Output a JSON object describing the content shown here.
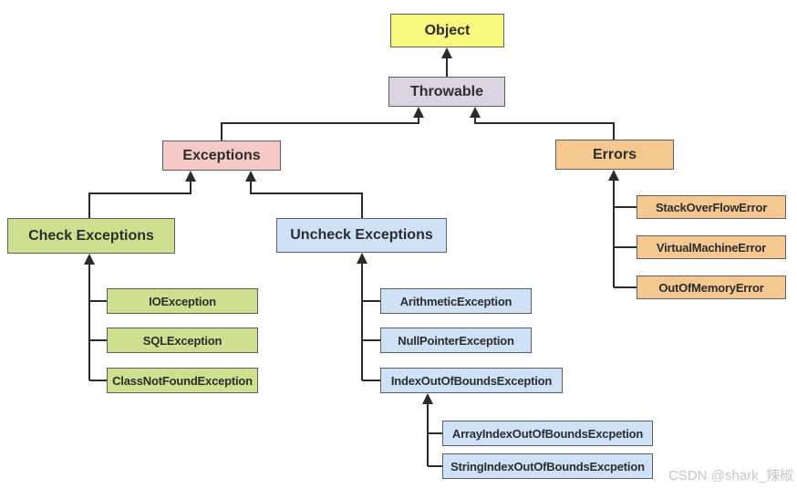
{
  "diagram": {
    "nodes": {
      "object": "Object",
      "throwable": "Throwable",
      "exceptions": "Exceptions",
      "errors": "Errors",
      "check_exceptions": "Check Exceptions",
      "uncheck_exceptions": "Uncheck Exceptions",
      "io_exception": "IOException",
      "sql_exception": "SQLException",
      "class_not_found_exception": "ClassNotFoundException",
      "arithmetic_exception": "ArithmeticException",
      "null_pointer_exception": "NullPointerException",
      "index_out_of_bounds_exception": "IndexOutOfBoundsException",
      "array_index_out_of_bounds_excpetion": "ArrayIndexOutOfBoundsExcpetion",
      "string_index_out_of_bounds_excpetion": "StringIndexOutOfBoundsExcpetion",
      "stack_overflow_error": "StackOverFlowError",
      "virtual_machine_error": "VirtualMachineError",
      "out_of_memory_error": "OutOfMemoryError"
    },
    "edges": [
      {
        "child": "Throwable",
        "parent": "Object"
      },
      {
        "child": "Exceptions",
        "parent": "Throwable"
      },
      {
        "child": "Errors",
        "parent": "Throwable"
      },
      {
        "child": "Check Exceptions",
        "parent": "Exceptions"
      },
      {
        "child": "Uncheck Exceptions",
        "parent": "Exceptions"
      },
      {
        "child": "IOException",
        "parent": "Check Exceptions"
      },
      {
        "child": "SQLException",
        "parent": "Check Exceptions"
      },
      {
        "child": "ClassNotFoundException",
        "parent": "Check Exceptions"
      },
      {
        "child": "ArithmeticException",
        "parent": "Uncheck Exceptions"
      },
      {
        "child": "NullPointerException",
        "parent": "Uncheck Exceptions"
      },
      {
        "child": "IndexOutOfBoundsException",
        "parent": "Uncheck Exceptions"
      },
      {
        "child": "ArrayIndexOutOfBoundsExcpetion",
        "parent": "IndexOutOfBoundsException"
      },
      {
        "child": "StringIndexOutOfBoundsExcpetion",
        "parent": "IndexOutOfBoundsException"
      },
      {
        "child": "StackOverFlowError",
        "parent": "Errors"
      },
      {
        "child": "VirtualMachineError",
        "parent": "Errors"
      },
      {
        "child": "OutOfMemoryError",
        "parent": "Errors"
      }
    ],
    "colors": {
      "object_fill": "#f8f77e",
      "throwable_fill": "#dad3e1",
      "exceptions_fill": "#f5c9c6",
      "errors_fill": "#f5c891",
      "checked_fill": "#cee08f",
      "unchecked_fill": "#cfe1f7",
      "box_border": "#5f5f5f",
      "line": "#2b2b2b"
    },
    "watermark": "CSDN @shark_辣椒"
  }
}
